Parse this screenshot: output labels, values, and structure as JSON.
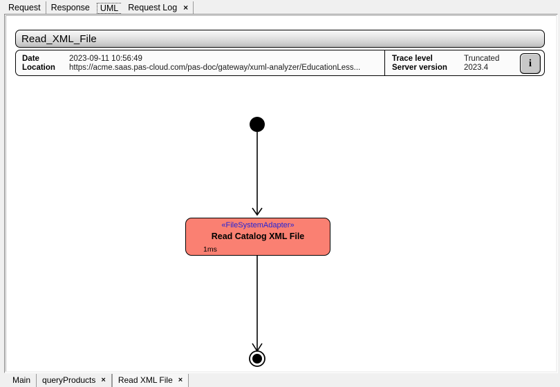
{
  "top_tabs": [
    {
      "label": "Request",
      "closable": false,
      "selected": false
    },
    {
      "label": "Response",
      "closable": false,
      "selected": false
    },
    {
      "label": "UML",
      "closable": false,
      "selected": true
    },
    {
      "label": "Request Log",
      "closable": true,
      "selected": false
    }
  ],
  "close_glyph": "×",
  "header": {
    "title": "Read_XML_File",
    "fields": [
      {
        "key": "Date",
        "value": "2023-09-11 10:56:49"
      },
      {
        "key": "Location",
        "value": "https://acme.saas.pas-cloud.com/pas-doc/gateway/xuml-analyzer/EducationLess..."
      }
    ],
    "meta": [
      {
        "key": "Trace level",
        "value": "Truncated"
      },
      {
        "key": "Server version",
        "value": "2023.4"
      }
    ],
    "info_button_label": "i"
  },
  "diagram": {
    "start_node_name": "initial-state-node",
    "end_node_name": "final-state-node",
    "activity": {
      "stereotype": "«FileSystemAdapter»",
      "title": "Read Catalog XML File",
      "duration": "1ms",
      "fill_color": "#fa8072",
      "stereotype_color": "#2323d8"
    }
  },
  "bottom_tabs": [
    {
      "label": "Main",
      "closable": false,
      "active": false
    },
    {
      "label": "queryProducts",
      "closable": true,
      "active": false
    },
    {
      "label": "Read XML File",
      "closable": true,
      "active": true
    }
  ]
}
